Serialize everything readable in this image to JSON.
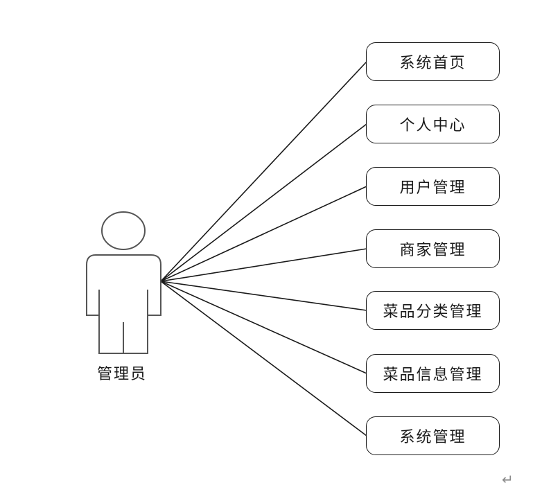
{
  "actor": {
    "label": "管理员"
  },
  "use_cases": [
    {
      "label": "系统首页"
    },
    {
      "label": "个人中心"
    },
    {
      "label": "用户管理"
    },
    {
      "label": "商家管理"
    },
    {
      "label": "菜品分类管理"
    },
    {
      "label": "菜品信息管理"
    },
    {
      "label": "系统管理"
    }
  ],
  "paragraph_mark": "↵",
  "colors": {
    "stroke": "#1a1a1a",
    "actor_stroke": "#555555",
    "paragraph_mark": "#8a8a8a"
  }
}
